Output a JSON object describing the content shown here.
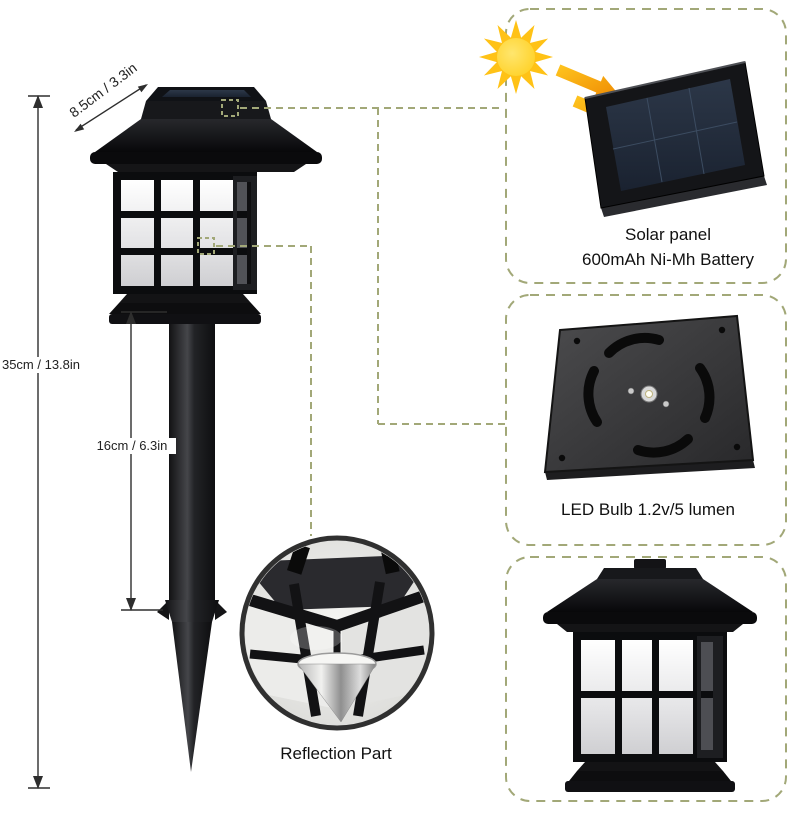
{
  "dimensions": {
    "cap_width": "8.5cm / 3.3in",
    "total_height": "35cm / 13.8in",
    "stake_height": "16cm / 6.3in"
  },
  "callouts": {
    "solar_panel_line1": "Solar panel",
    "solar_panel_line2": "600mAh Ni-Mh Battery",
    "led_label": "LED Bulb 1.2v/5 lumen",
    "reflection_label": "Reflection Part"
  },
  "icons": {
    "sun": "sun-icon",
    "energy_arrows": "solar-energy-arrows-icon"
  },
  "colors": {
    "background": "#ffffff",
    "dashed_line": "#a2a878",
    "sun_yellow": "#ffd62e",
    "arrow_orange": "#f59b1c",
    "product_black": "#0b0c0e",
    "text": "#151515"
  }
}
